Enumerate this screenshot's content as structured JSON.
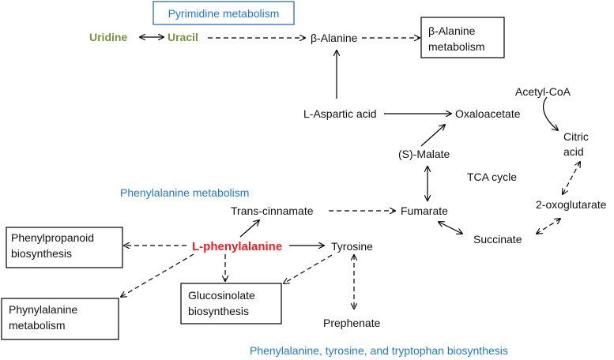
{
  "colors": {
    "green": "#76923c",
    "red": "#ee1c25",
    "blue": "#1f78c8",
    "box_blue": "#1f5fb4"
  },
  "labels": {
    "pyrimidine_metabolism": "Pyrimidine metabolism",
    "uridine": "Uridine",
    "uracil": "Uracil",
    "beta_alanine": "β-Alanine",
    "beta_alanine_metabolism_1": "β-Alanine",
    "beta_alanine_metabolism_2": "metabolism",
    "l_aspartic_acid": "L-Aspartic acid",
    "oxaloacetate": "Oxaloacetate",
    "acetyl_coa": "Acetyl-CoA",
    "citric_acid_1": "Citric",
    "citric_acid_2": "acid",
    "s_malate": "(S)-Malate",
    "tca_cycle": "TCA cycle",
    "phenylalanine_metabolism": "Phenylalanine metabolism",
    "trans_cinnamate": "Trans-cinnamate",
    "fumarate": "Fumarate",
    "two_oxoglutarate": "2-oxoglutarate",
    "phenylpropanoid_1": "Phenylpropanoid",
    "phenylpropanoid_2": "biosynthesis",
    "l_phenylalanine": "L-phenylalanine",
    "tyrosine": "Tyrosine",
    "succinate": "Succinate",
    "phynylalanine_metabolism_1": "Phynylalanine",
    "phynylalanine_metabolism_2": "metabolism",
    "glucosinolate_1": "Glucosinolate",
    "glucosinolate_2": "biosynthesis",
    "prephenate": "Prephenate",
    "phe_tyr_trp_biosynthesis": "Phenylalanine, tyrosine, and tryptophan biosynthesis"
  }
}
